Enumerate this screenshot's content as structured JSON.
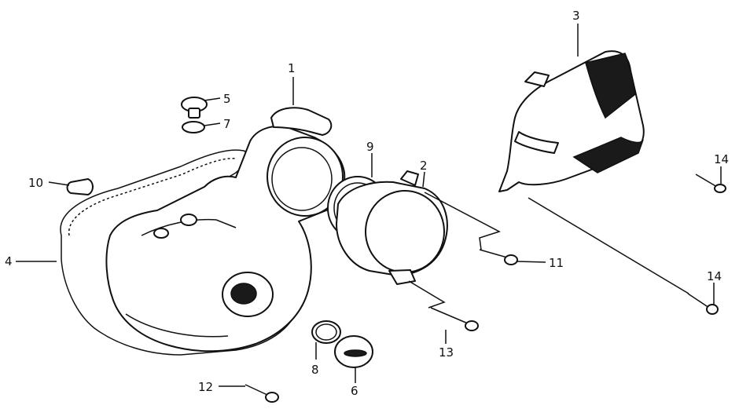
{
  "callouts": [
    {
      "id": "1",
      "text": "1"
    },
    {
      "id": "2",
      "text": "2"
    },
    {
      "id": "3",
      "text": "3"
    },
    {
      "id": "4",
      "text": "4"
    },
    {
      "id": "5",
      "text": "5"
    },
    {
      "id": "6",
      "text": "6"
    },
    {
      "id": "7",
      "text": "7"
    },
    {
      "id": "8",
      "text": "8"
    },
    {
      "id": "9",
      "text": "9"
    },
    {
      "id": "10",
      "text": "10"
    },
    {
      "id": "11",
      "text": "11"
    },
    {
      "id": "12",
      "text": "12"
    },
    {
      "id": "13",
      "text": "13"
    },
    {
      "id": "14a",
      "text": "14"
    },
    {
      "id": "14b",
      "text": "14"
    }
  ]
}
